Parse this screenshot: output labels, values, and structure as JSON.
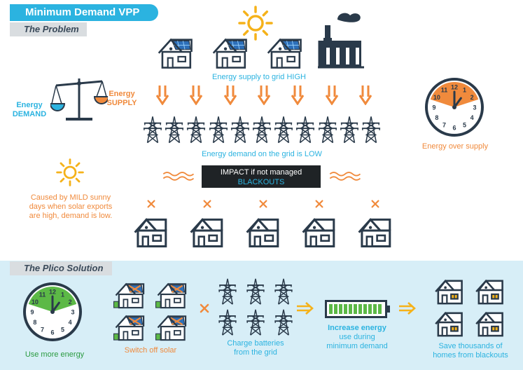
{
  "title": "Minimum Demand VPP",
  "problem": {
    "heading": "The Problem",
    "supply_high": "Energy supply to grid HIGH",
    "demand_label_1": "Energy",
    "demand_label_2": "DEMAND",
    "supply_label_1": "Energy",
    "supply_label_2": "SUPPLY",
    "demand_low": "Energy demand on the grid is LOW",
    "impact_line1": "IMPACT if not managed",
    "impact_line2": "BLACKOUTS",
    "cause_line1": "Caused by MILD sunny",
    "cause_line2": "days when solar exports",
    "cause_line3": "are high, demand is low.",
    "clock_caption": "Energy over supply"
  },
  "solution": {
    "heading": "The Plico Solution",
    "step1": "Use more energy",
    "step2": "Switch off solar",
    "step3_line1": "Charge batteries",
    "step3_line2": "from the grid",
    "step4_bold": "Increase energy",
    "step4_line2": "use during",
    "step4_line3": "minimum demand",
    "step5_line1": "Save thousands of",
    "step5_line2": "homes from blackouts"
  },
  "clock_numbers": [
    "12",
    "1",
    "2",
    "3",
    "4",
    "5",
    "6",
    "7",
    "8",
    "9",
    "10",
    "11"
  ],
  "colors": {
    "accent_blue": "#2bb3e0",
    "accent_orange": "#f08a3c",
    "green": "#5cb946",
    "dark": "#1f2326"
  }
}
